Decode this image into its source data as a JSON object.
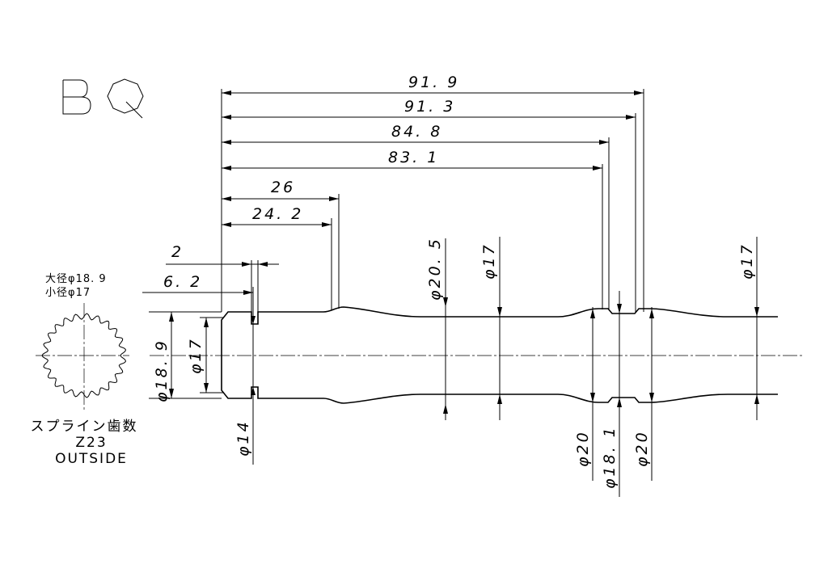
{
  "part_code": "BQ",
  "dimensions": {
    "len_91_9": "91. 9",
    "len_91_3": "91. 3",
    "len_84_8": "84. 8",
    "len_83_1": "83. 1",
    "len_26": "26",
    "len_24_2": "24. 2",
    "len_2": "2",
    "len_6_2": "6. 2",
    "dia_18_9": "φ18. 9",
    "dia_17_left": "φ17",
    "dia_14": "φ14",
    "dia_20_5": "φ20. 5",
    "dia_17_mid": "φ17",
    "dia_20_a": "φ20",
    "dia_18_1": "φ18. 1",
    "dia_20_b": "φ20",
    "dia_17_right": "φ17"
  },
  "spline_notes": {
    "major": "大径φ18. 9",
    "minor": "小径φ17",
    "teeth_title": "スプライン歯数",
    "teeth_count": "Z23",
    "type": "OUTSIDE"
  }
}
